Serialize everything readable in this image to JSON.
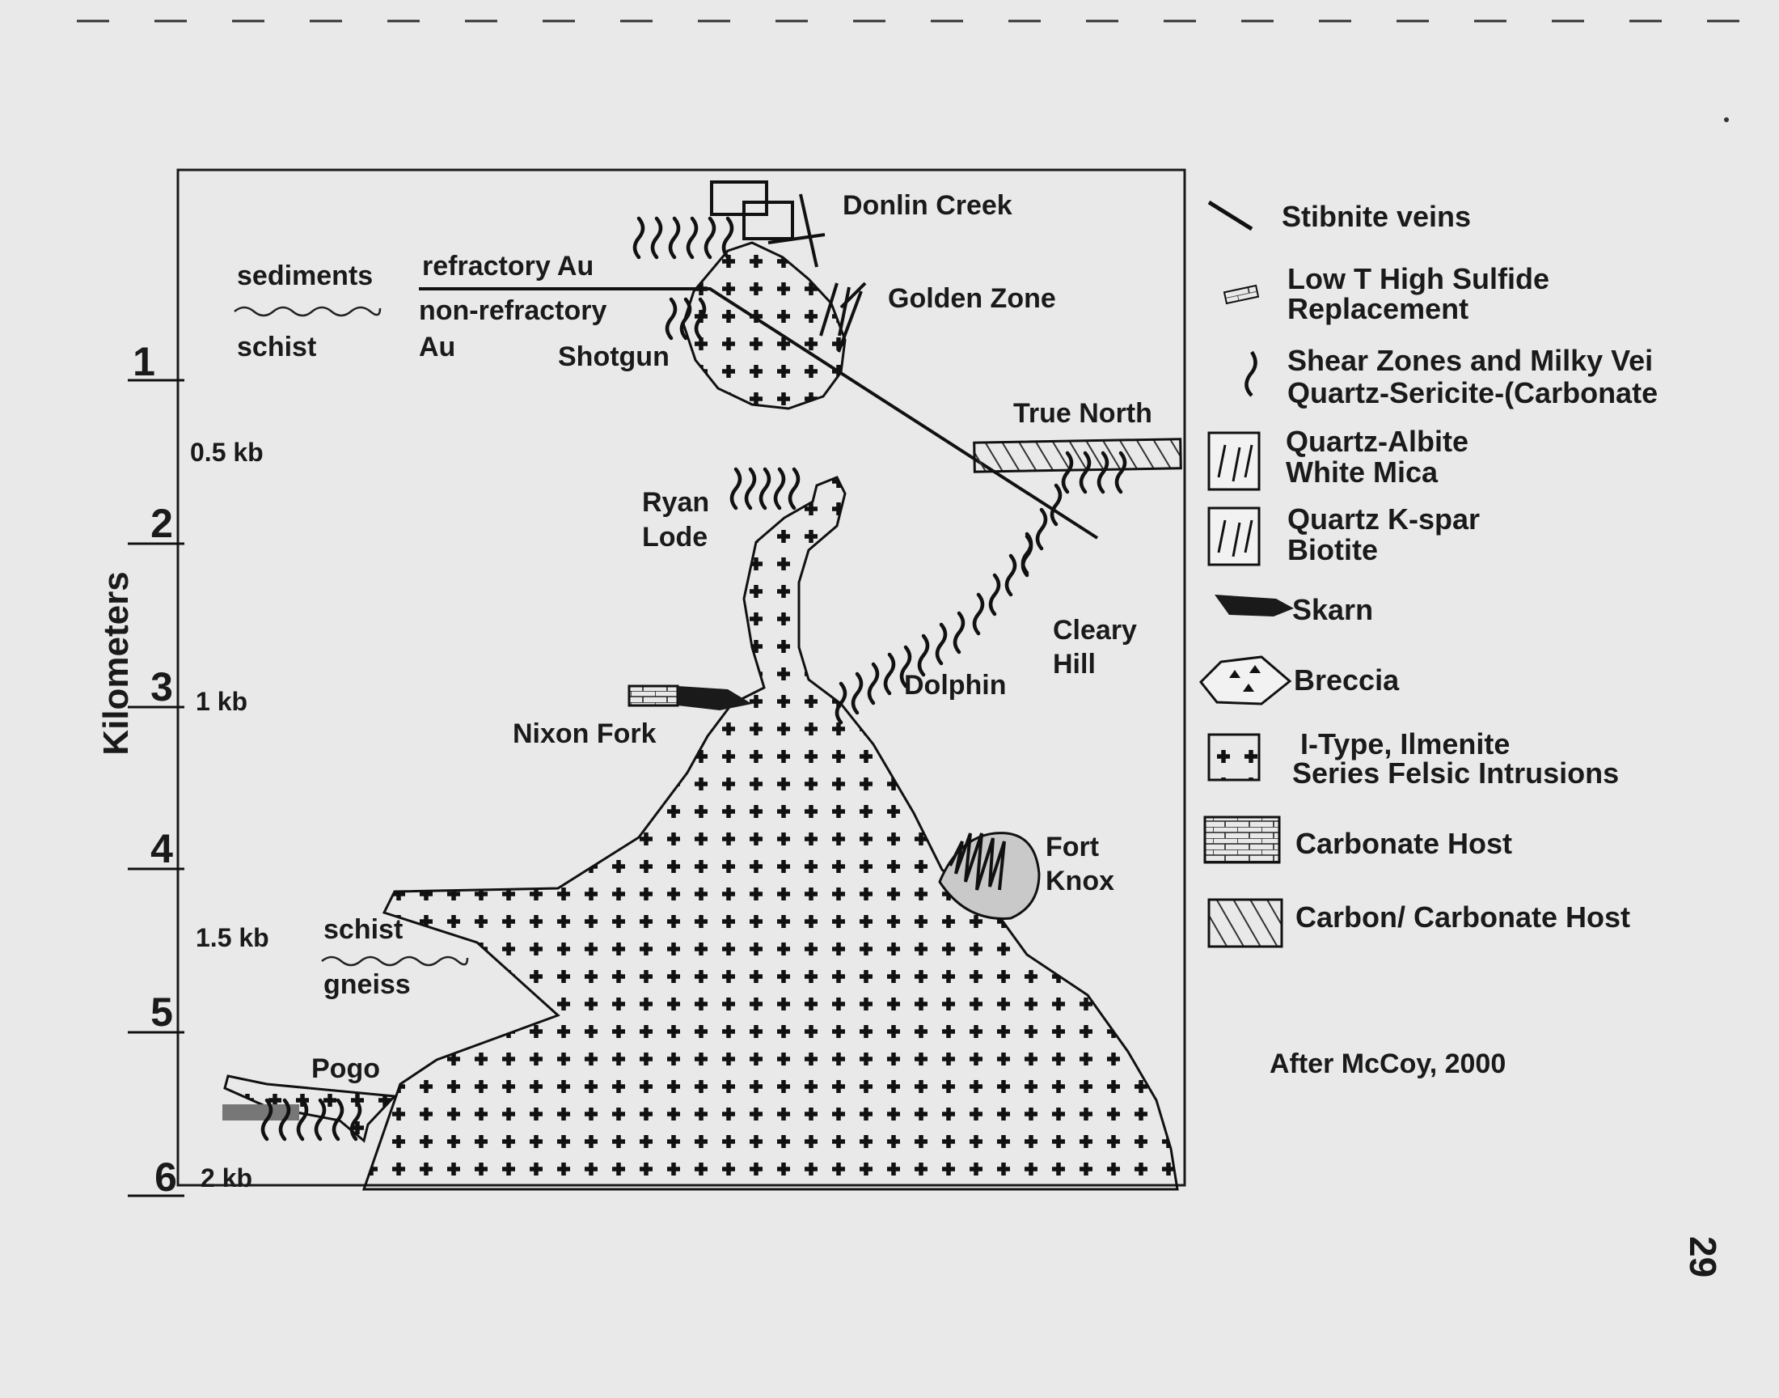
{
  "y_axis": {
    "title": "Kilometers",
    "ticks": [
      "1",
      "2",
      "3",
      "4",
      "5",
      "6"
    ],
    "pressures": [
      "0.5 kb",
      "1 kb",
      "1.5 kb",
      "2 kb"
    ]
  },
  "contacts": {
    "upper": {
      "above": "sediments",
      "below": "schist"
    },
    "lower": {
      "above": "schist",
      "below": "gneiss"
    }
  },
  "gold_boundary": {
    "above": "refractory Au",
    "below_line1": "non-refractory",
    "below_line2": "Au"
  },
  "deposits": {
    "donlin_creek": "Donlin Creek",
    "golden_zone": "Golden Zone",
    "shotgun": "Shotgun",
    "true_north": "True North",
    "ryan_lode_1": "Ryan",
    "ryan_lode_2": "Lode",
    "cleary_hill_1": "Cleary",
    "cleary_hill_2": "Hill",
    "dolphin": "Dolphin",
    "nixon_fork": "Nixon Fork",
    "fort_knox_1": "Fort",
    "fort_knox_2": "Knox",
    "pogo": "Pogo"
  },
  "legend": {
    "stibnite": "Stibnite veins",
    "low_t_1": "Low T  High Sulfide",
    "low_t_2": "Replacement",
    "shear_1": "Shear Zones and Milky  Vei",
    "shear_2": "Quartz-Sericite-(Carbonate",
    "qa_1": "Quartz-Albite",
    "qa_2": "White Mica",
    "qk_1": "Quartz K-spar",
    "qk_2": "Biotite",
    "skarn": "Skarn",
    "breccia": "Breccia",
    "itype_1": "I-Type, Ilmenite",
    "itype_2": "Series Felsic Intrusions",
    "carbonate": "Carbonate Host",
    "carbon_carbonate": "Carbon/ Carbonate Host"
  },
  "citation": "After McCoy, 2000",
  "page_number": "29"
}
